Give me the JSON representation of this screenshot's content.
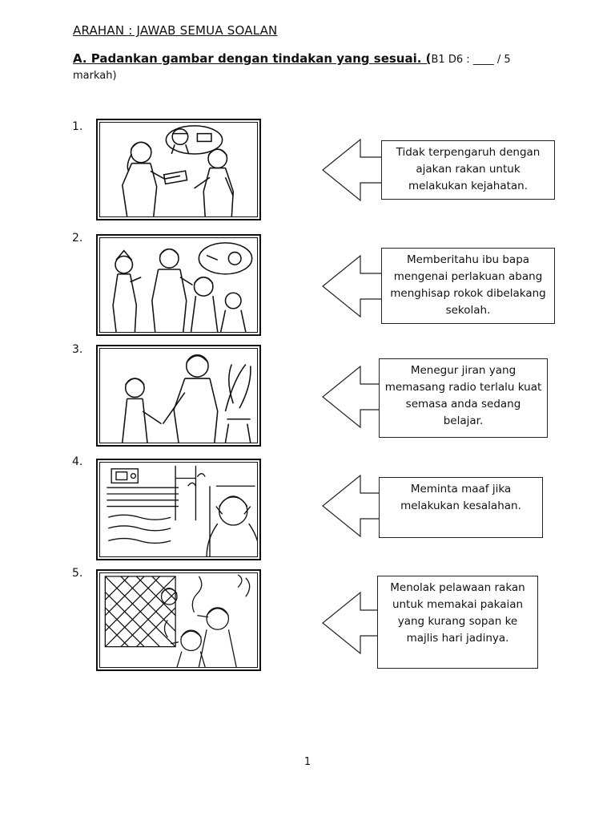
{
  "heading": "ARAHAN : JAWAB SEMUA SOALAN",
  "section": {
    "lead": "A. Padankan gambar dengan tindakan yang sesuai.  (",
    "marks": "B1 D6 : ____ / 5 markah)"
  },
  "questions": [
    {
      "number": "1.",
      "answer": "Tidak terpengaruh dengan ajakan rakan untuk melakukan kejahatan."
    },
    {
      "number": "2.",
      "answer": "Memberitahu ibu bapa mengenai perlakuan abang menghisap rokok dibelakang sekolah."
    },
    {
      "number": "3.",
      "answer": "Menegur jiran yang memasang radio terlalu kuat semasa anda sedang belajar."
    },
    {
      "number": "4.",
      "answer": "Meminta maaf jika melakukan kesalahan."
    },
    {
      "number": "5.",
      "answer": "Menolak pelawaan rakan untuk memakai pakaian yang kurang sopan ke majlis hari jadinya."
    }
  ],
  "page_number": "1"
}
